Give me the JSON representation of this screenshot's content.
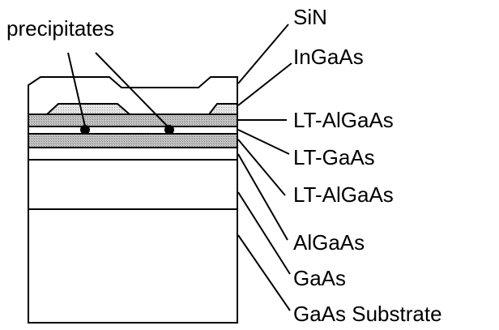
{
  "diagram": {
    "labels": {
      "precipitates": "precipitates",
      "sin": "SiN",
      "ingaas": "InGaAs",
      "lt_algaas_top": "LT-AlGaAs",
      "lt_gaas": "LT-GaAs",
      "lt_algaas_bottom": "LT-AlGaAs",
      "algaas": "AlGaAs",
      "gaas": "GaAs",
      "substrate": "GaAs Substrate"
    },
    "colors": {
      "line": "#000000",
      "background": "#ffffff",
      "hatched_fill": "#b8b8b8",
      "ingaas_fill": "#e0e0e0",
      "precipitate": "#000000"
    }
  }
}
